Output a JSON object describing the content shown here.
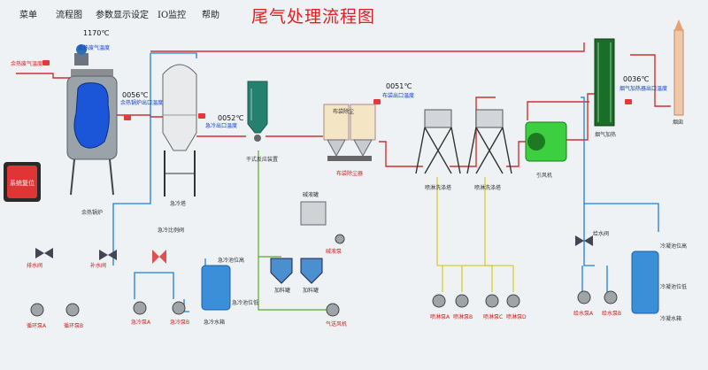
{
  "menu": {
    "items": [
      "菜单",
      "流程图",
      "参数显示设定",
      "IO监控",
      "帮助"
    ]
  },
  "title": "尾气处理流程图",
  "readings": {
    "top_temp": "1170℃",
    "boiler_out": "0056℃",
    "quench_out": "0052℃",
    "bag_out": "0051℃",
    "heater_out": "0036℃"
  },
  "labels": {
    "waste_inlet": "余热废气温度",
    "boiler_outlet": "余热锅炉出口温度",
    "boiler": "余热锅炉",
    "quench_outlet": "急冷出口温度",
    "quench_tower": "急冷塔",
    "dry_reactor": "干式反应装置",
    "bag_outlet": "布袋出口温度",
    "bag_filter": "布袋除尘",
    "bag_unit": "布袋除尘器",
    "spray_tower_1": "喷淋洗涤塔",
    "spray_tower_2": "喷淋洗涤塔",
    "fan": "引风机",
    "flue_heater": "烟气加热",
    "heater_outlet": "烟气加热器出口温度",
    "stack": "烟囱",
    "quench_valve": "急冷比例阀",
    "cool_tank_level": "急冷池位高",
    "cool_level_low": "急冷池位低",
    "cool_tank": "急冷水箱",
    "reagent_tank": "碱液罐",
    "dosing_pump": "碱液泵",
    "lime_bin_1": "加料罐",
    "lime_bin_2": "加料罐",
    "air_pump": "气送风机",
    "feed_valve_1": "排水阀",
    "feed_valve_2": "补水阀",
    "pump_a": "循环泵A",
    "pump_b": "循环泵B",
    "cool_pump_a": "急冷泵A",
    "cool_pump_b": "急冷泵B",
    "spray_pump_a": "喷淋泵A",
    "spray_pump_b": "喷淋泵B",
    "spray_pump_c": "喷淋泵C",
    "spray_pump_d": "喷淋泵D",
    "water_valve": "给水阀",
    "water_pump_a": "给水泵A",
    "water_pump_b": "给水泵B",
    "soft_tank_level": "冷凝池位高",
    "soft_level_low": "冷凝池位低",
    "soft_tank": "冷凝水箱",
    "reset_button": "系统复位"
  },
  "colors": {
    "gas_line": "#cc3333",
    "water_line": "#1e7fd8",
    "feed_line": "#d8cc33",
    "air_line": "#55aa33",
    "tank": "#3a8fd8",
    "title": "#e02020"
  }
}
